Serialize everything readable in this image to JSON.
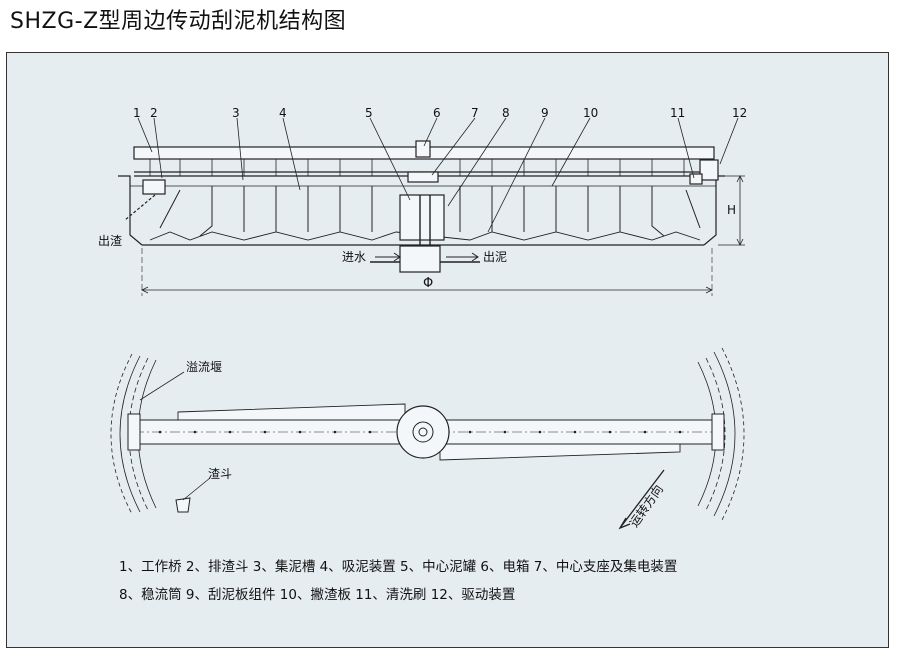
{
  "title": "SHZG-Z型周边传动刮泥机结构图",
  "part_numbers": [
    "1",
    "2",
    "3",
    "4",
    "5",
    "6",
    "7",
    "8",
    "9",
    "10",
    "11",
    "12"
  ],
  "labels": {
    "slag_out": "出渣",
    "water_in": "进水",
    "sludge_out": "出泥",
    "diameter": "Φ",
    "height": "H",
    "overflow_weir": "溢流堰",
    "slag_hopper": "渣斗",
    "rotation_direction": "运转方向"
  },
  "legend": {
    "line1": "1、工作桥 2、排渣斗 3、集泥槽 4、吸泥装置 5、中心泥罐 6、电箱 7、中心支座及集电装置",
    "line2": "8、稳流筒 9、刮泥板组件 10、撇渣板 11、清洗刷 12、驱动装置"
  }
}
